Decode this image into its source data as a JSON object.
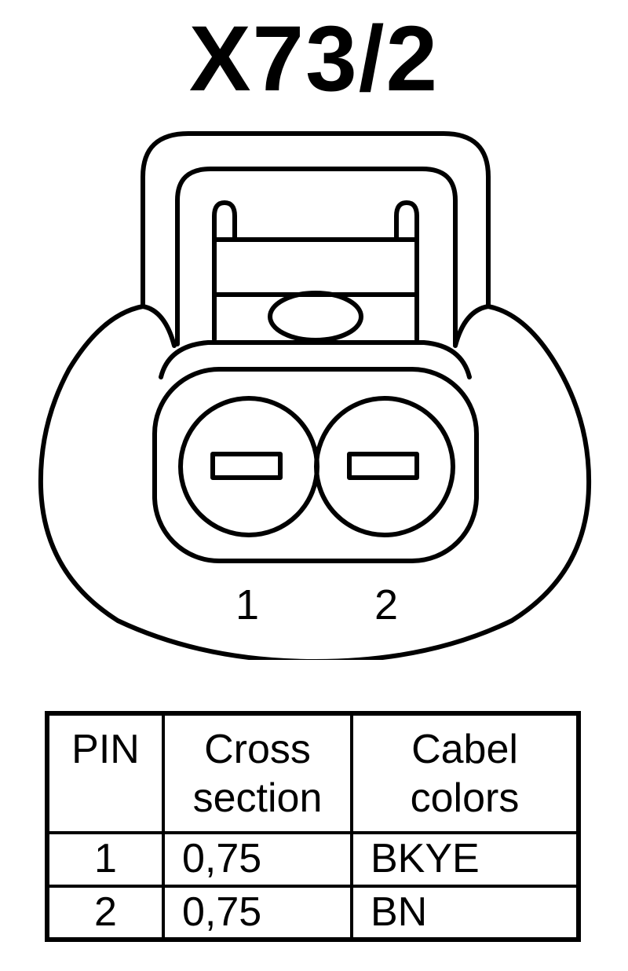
{
  "title": "X73/2",
  "pin_labels": [
    "1",
    "2"
  ],
  "table": {
    "headers": {
      "pin": "PIN",
      "cross_section_line1": "Cross",
      "cross_section_line2": "section",
      "cable_colors_line1": "Cabel",
      "cable_colors_line2": "colors"
    },
    "rows": [
      {
        "pin": "1",
        "cross_section": "0,75",
        "color": "BKYE"
      },
      {
        "pin": "2",
        "cross_section": "0,75",
        "color": "BN"
      }
    ]
  }
}
